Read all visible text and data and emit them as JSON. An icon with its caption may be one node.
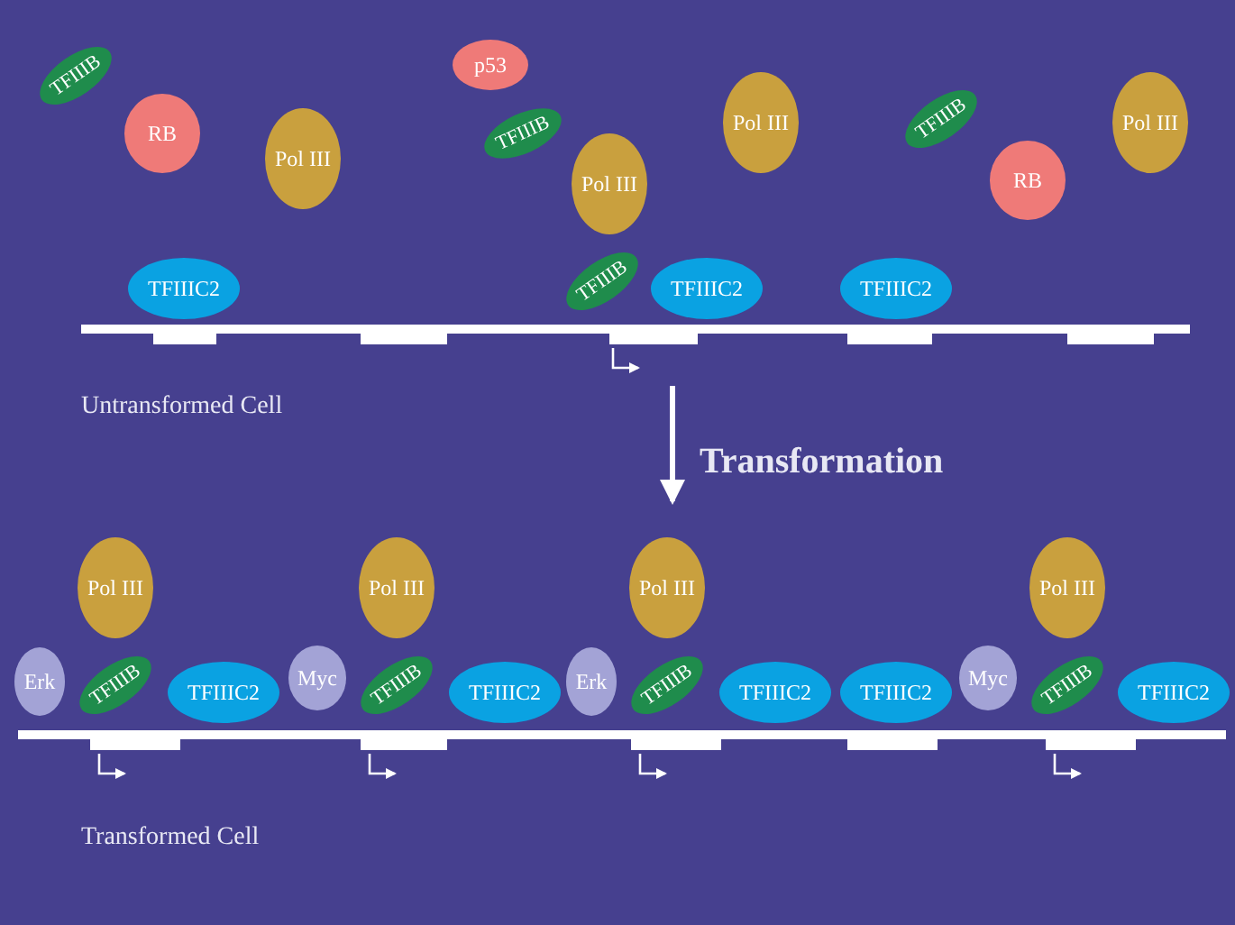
{
  "diagram": {
    "nodes": [
      {
        "text": [
          "TFIIIB"
        ]
      },
      {
        "text": [
          "RB"
        ]
      },
      {
        "text": [
          "Pol III"
        ]
      },
      {
        "text": [
          "p53"
        ]
      },
      {
        "text": [
          "TFIIIB"
        ]
      },
      {
        "text": [
          "Pol III"
        ]
      },
      {
        "text": [
          "TFIIIB"
        ]
      },
      {
        "text": [
          "RB"
        ]
      },
      {
        "text": [
          "Pol III"
        ]
      },
      {
        "text": [
          "Pol III"
        ]
      },
      {
        "text": [
          "TFIIIC2"
        ]
      },
      {
        "text": [
          "TFIIIB"
        ]
      },
      {
        "text": [
          "TFIIIC2"
        ]
      },
      {
        "text": [
          "TFIIIC2"
        ]
      },
      {
        "text": [
          "Erk"
        ]
      },
      {
        "text": [
          "Pol III"
        ]
      },
      {
        "text": [
          "TFIIIB"
        ]
      },
      {
        "text": [
          "TFIIIC2"
        ]
      },
      {
        "text": [
          "Myc"
        ]
      },
      {
        "text": [
          "Pol III"
        ]
      },
      {
        "text": [
          "TFIIIB"
        ]
      },
      {
        "text": [
          "TFIIIC2"
        ]
      },
      {
        "text": [
          "Erk"
        ]
      },
      {
        "text": [
          "Pol III"
        ]
      },
      {
        "text": [
          "TFIIIB"
        ]
      },
      {
        "text": [
          "TFIIIC2"
        ]
      },
      {
        "text": [
          "TFIIIC2"
        ]
      },
      {
        "text": [
          "Myc"
        ]
      },
      {
        "text": [
          "Pol III"
        ]
      },
      {
        "text": [
          "TFIIIB"
        ]
      },
      {
        "text": [
          "TFIIIC2"
        ]
      }
    ],
    "labels": [
      "Untransformed Cell",
      "Transformation",
      "Transformed Cell"
    ]
  }
}
